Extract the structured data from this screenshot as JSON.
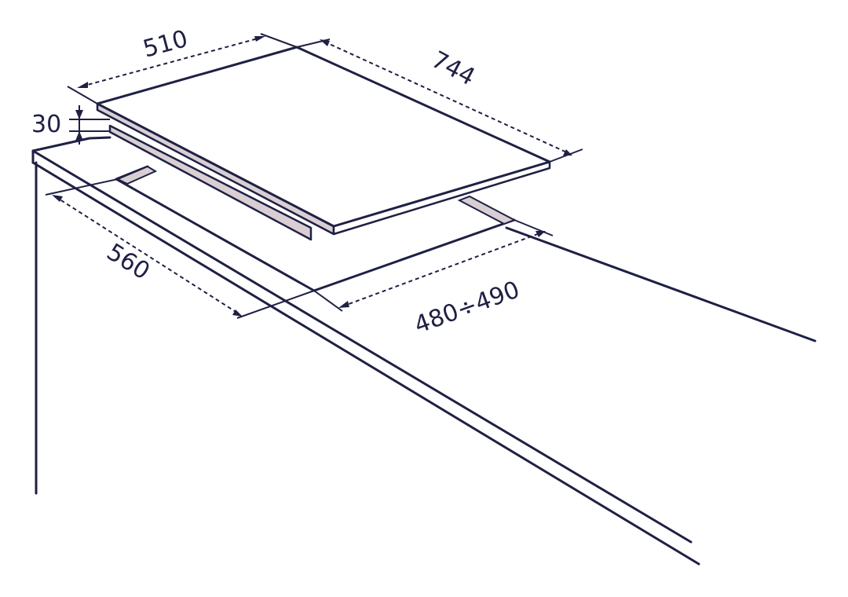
{
  "dimensions": {
    "hob_width": "510",
    "hob_depth": "744",
    "hob_height": "30",
    "cutout_length": "560",
    "cutout_width": "480÷490"
  },
  "colors": {
    "line": "#1f2044",
    "shade": "#d9cfd3",
    "background": "#ffffff"
  }
}
